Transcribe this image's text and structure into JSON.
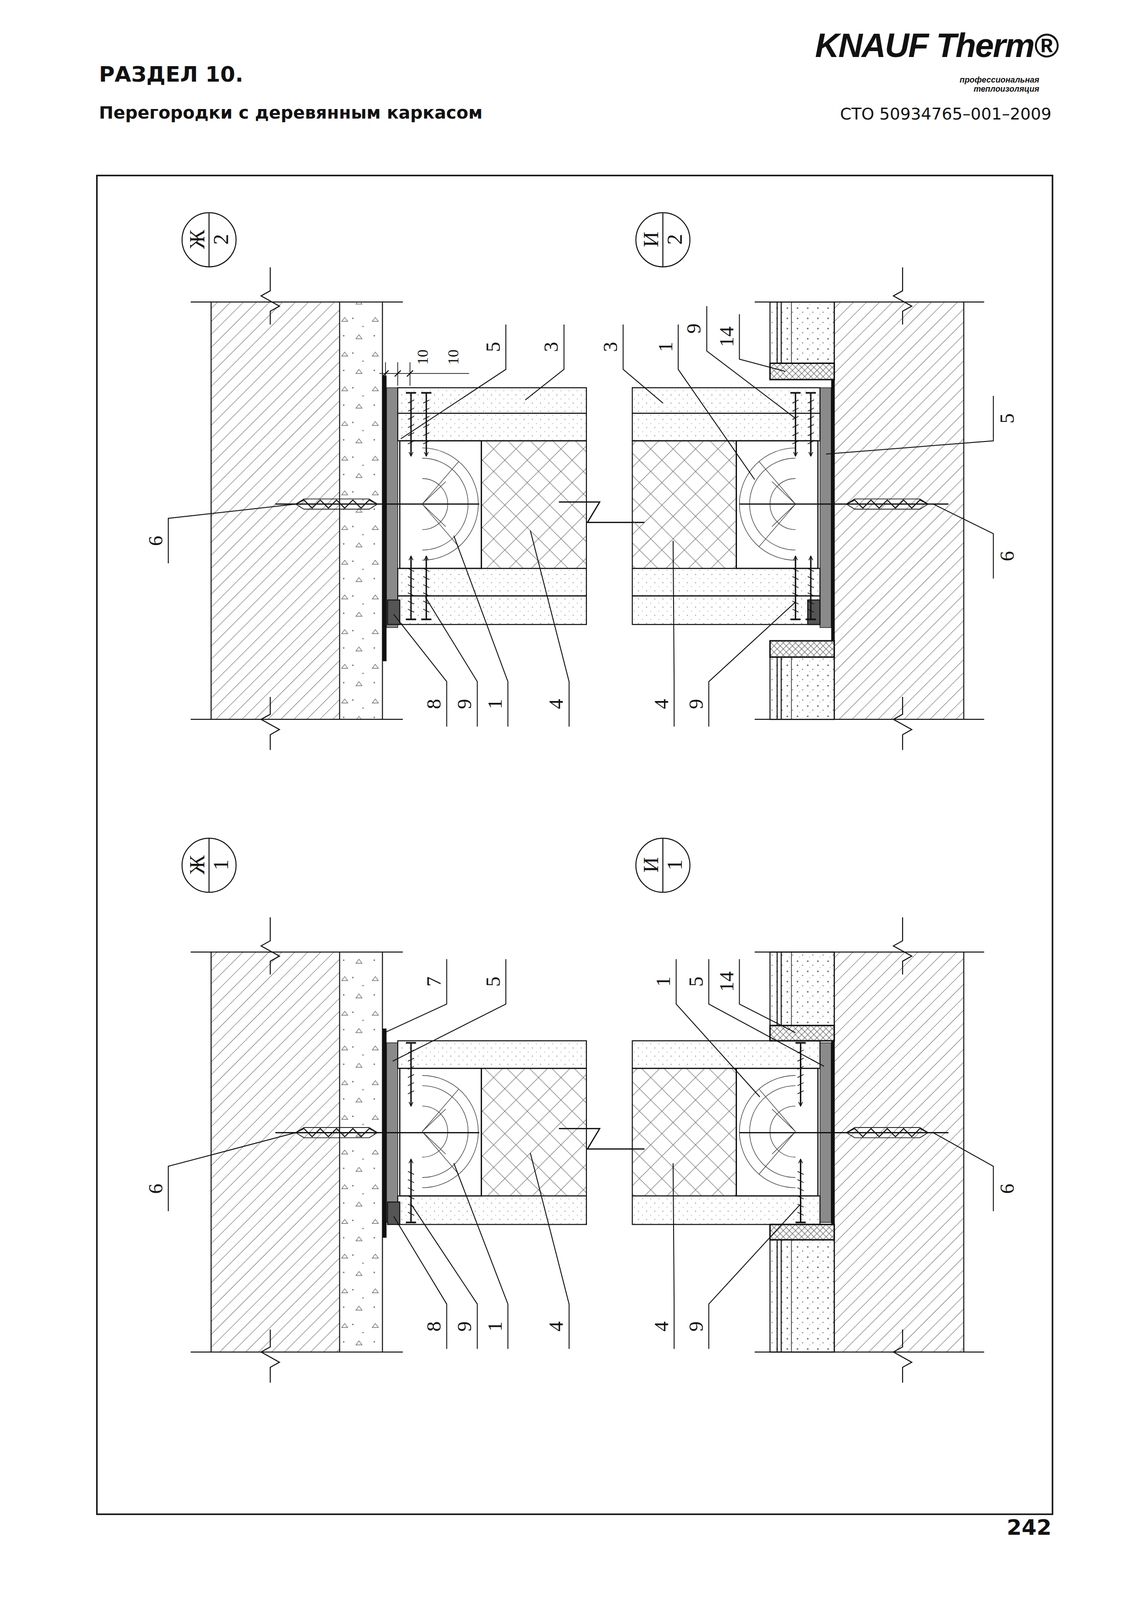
{
  "diagram": {
    "title": "РАЗДЕЛ 10.",
    "nodes": [
      {
        "text": [
          "Ж",
          "2"
        ]
      },
      {
        "text": [
          "И",
          "2"
        ]
      },
      {
        "text": [
          "Ж",
          "1"
        ]
      },
      {
        "text": [
          "И",
          "1"
        ]
      }
    ],
    "labels": [
      "Перегородки с деревянным каркасом",
      "KNAUF Therm®",
      "профессиональная теплоизоляция",
      "СТО 50934765–001–2009",
      "10",
      "10",
      "5",
      "3",
      "6",
      "8",
      "9",
      "1",
      "4",
      "3",
      "1",
      "9",
      "14",
      "5",
      "6",
      "4",
      "9",
      "7",
      "5",
      "6",
      "8",
      "9",
      "1",
      "4",
      "1",
      "5",
      "14",
      "6",
      "4",
      "9",
      "242"
    ]
  }
}
